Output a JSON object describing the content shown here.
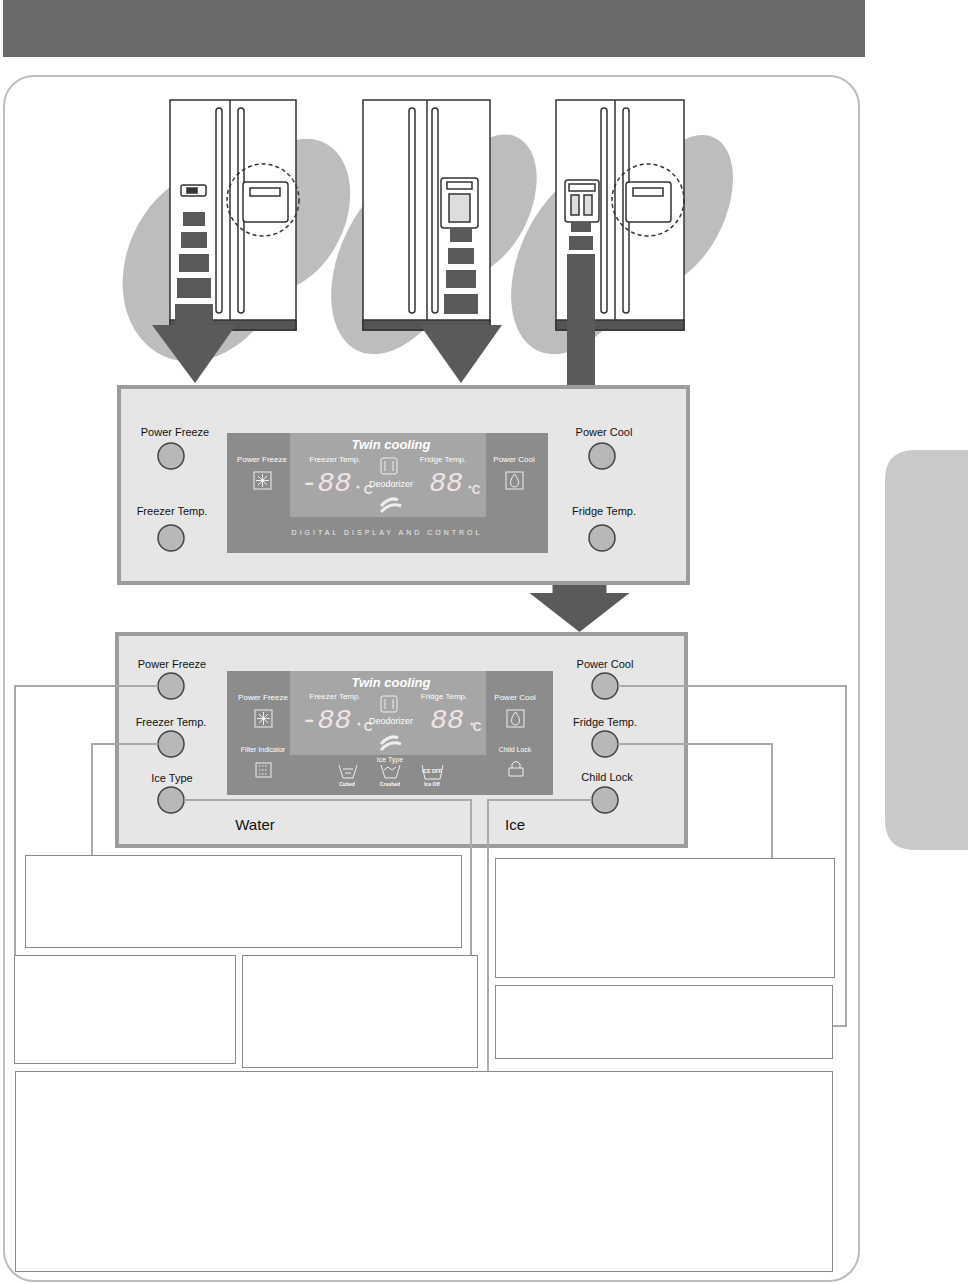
{
  "diagram": {
    "nodes": [
      {
        "text": [
          "Power Freeze",
          "Freezer Temp.",
          "Power Cool",
          "Fridge Temp."
        ]
      },
      {
        "text": [
          "Twin cooling",
          "Power Freeze",
          "Freezer Temp.",
          "-88",
          "C",
          "Deodorizer",
          "Fridge Temp.",
          "88",
          "C",
          "Power Cool",
          "DIGITAL DISPLAY AND CONTROL"
        ],
        "in": 0
      },
      {
        "text": [
          "Power Freeze",
          "Freezer Temp.",
          "Ice Type",
          "Water",
          "Power Cool",
          "Fridge Temp.",
          "Child Lock",
          "Ice"
        ]
      },
      {
        "text": [
          "Twin cooling",
          "Power Freeze",
          "Freezer Temp.",
          "-88",
          "C",
          "Deodorizer",
          "Fridge Temp.",
          "88",
          "C",
          "Power Cool",
          "Filter Indicator",
          "Ice Type",
          "Cubed",
          "Crushed",
          "ICE OFF",
          "Ice Off",
          "Child Lock"
        ],
        "in": 2
      }
    ],
    "edges": [
      {
        "from": 0,
        "to": 2,
        "arrow": "to"
      }
    ]
  }
}
